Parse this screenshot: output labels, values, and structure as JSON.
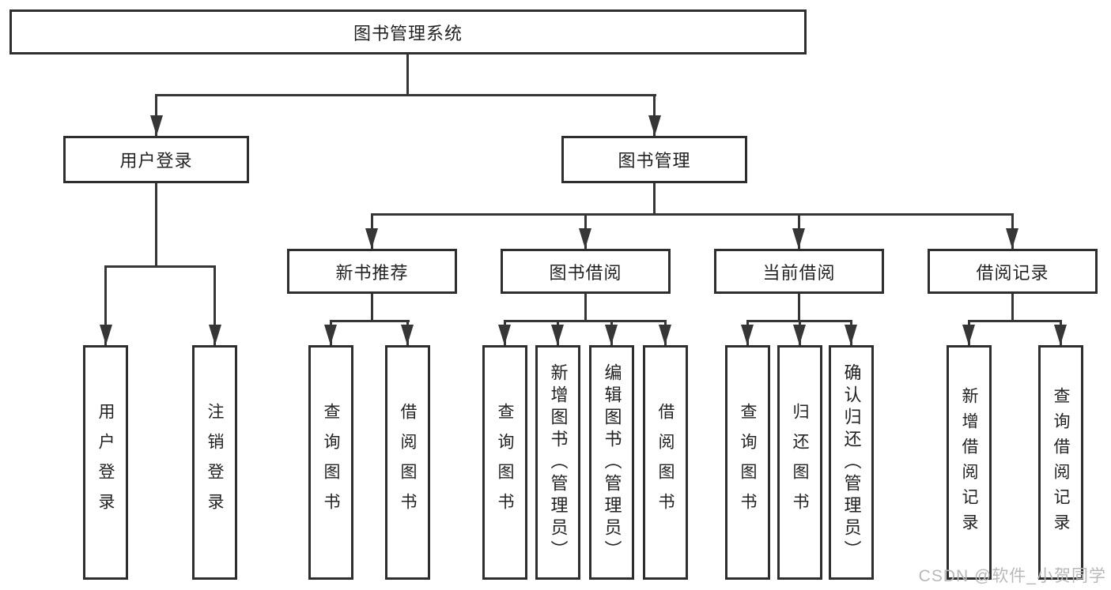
{
  "tree": {
    "label": "图书管理系统",
    "children": [
      {
        "label": "用户登录",
        "children": [
          {
            "label": "用户登录"
          },
          {
            "label": "注销登录"
          }
        ]
      },
      {
        "label": "图书管理",
        "children": [
          {
            "label": "新书推荐",
            "children": [
              {
                "label": "查询图书"
              },
              {
                "label": "借阅图书"
              }
            ]
          },
          {
            "label": "图书借阅",
            "children": [
              {
                "label": "查询图书"
              },
              {
                "label": "新增图书（管理员）"
              },
              {
                "label": "编辑图书（管理员）"
              },
              {
                "label": "借阅图书"
              }
            ]
          },
          {
            "label": "当前借阅",
            "children": [
              {
                "label": "查询图书"
              },
              {
                "label": "归还图书"
              },
              {
                "label": "确认归还（管理员）"
              }
            ]
          },
          {
            "label": "借阅记录",
            "children": [
              {
                "label": "新增借阅记录"
              },
              {
                "label": "查询借阅记录"
              }
            ]
          }
        ]
      }
    ]
  },
  "watermark": {
    "text": "CSDN @软件_小贺同学"
  },
  "colors": {
    "line": "#363636",
    "box-border": "#2e2e2e",
    "text": "#222222",
    "watermark": "#b8b8b8",
    "background": "#ffffff"
  }
}
